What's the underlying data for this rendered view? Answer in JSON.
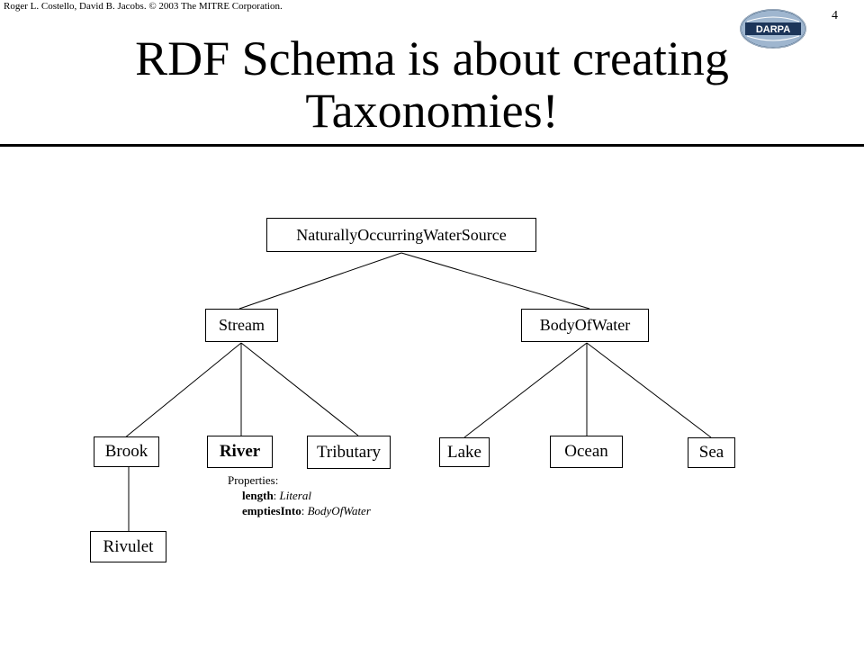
{
  "header": {
    "credit": "Roger L. Costello, David B. Jacobs. © 2003 The MITRE Corporation.",
    "page_number": "4",
    "logo_text": "DARPA"
  },
  "title": {
    "line1": "RDF Schema is about creating",
    "line2": "Taxonomies!"
  },
  "taxonomy": {
    "root": "NaturallyOccurringWaterSource",
    "stream": "Stream",
    "body_of_water": "BodyOfWater",
    "brook": "Brook",
    "river": "River",
    "tributary": "Tributary",
    "lake": "Lake",
    "ocean": "Ocean",
    "sea": "Sea",
    "rivulet": "Rivulet"
  },
  "river_properties": {
    "heading": "Properties:",
    "p1_name": "length",
    "p1_sep": ": ",
    "p1_type": "Literal",
    "p2_name": "emptiesInto",
    "p2_sep": ": ",
    "p2_type": "BodyOfWater"
  }
}
